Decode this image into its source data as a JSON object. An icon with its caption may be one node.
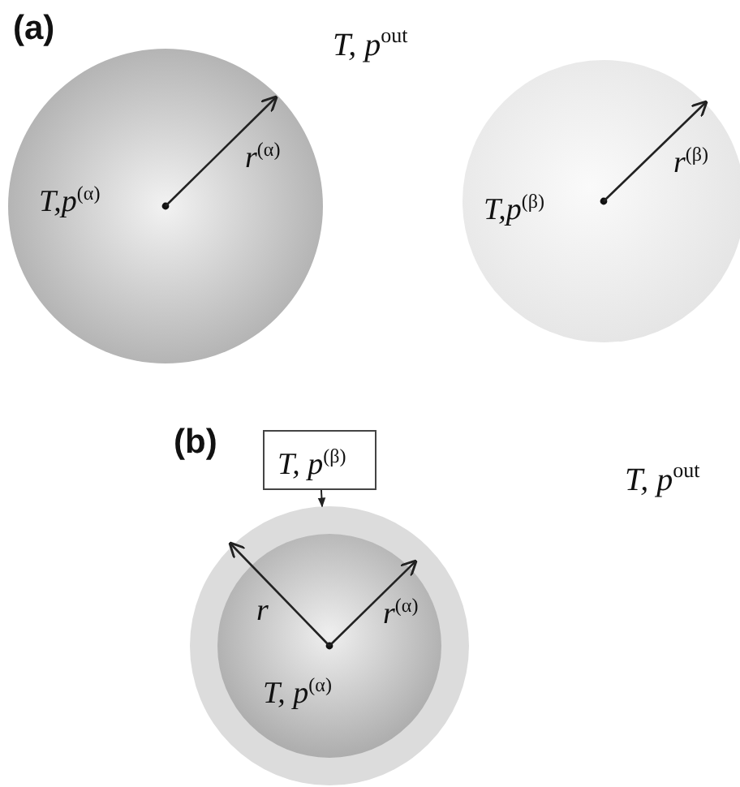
{
  "diagram": {
    "nodes": [
      {
        "text": [
          "T,p$^{(α)}$",
          "r$^{(α)}$"
        ]
      },
      {
        "text": [
          "T,p$^{(β)}$",
          "r$^{(β)}$"
        ]
      },
      {
        "text": [
          "T, p$^{(β)}$"
        ]
      },
      {
        "text": [],
        "shape": "circle"
      },
      {
        "text": [
          "r",
          "r$^{(α)}$",
          "T, p$^{(α)}$"
        ],
        "in": 3
      }
    ],
    "edges": [
      {
        "from": 2,
        "to": 3,
        "arrow": "to"
      }
    ],
    "labels": [
      "(a)",
      "T, p$^{out}$",
      "(b)",
      "T, p$^{out}$"
    ]
  }
}
